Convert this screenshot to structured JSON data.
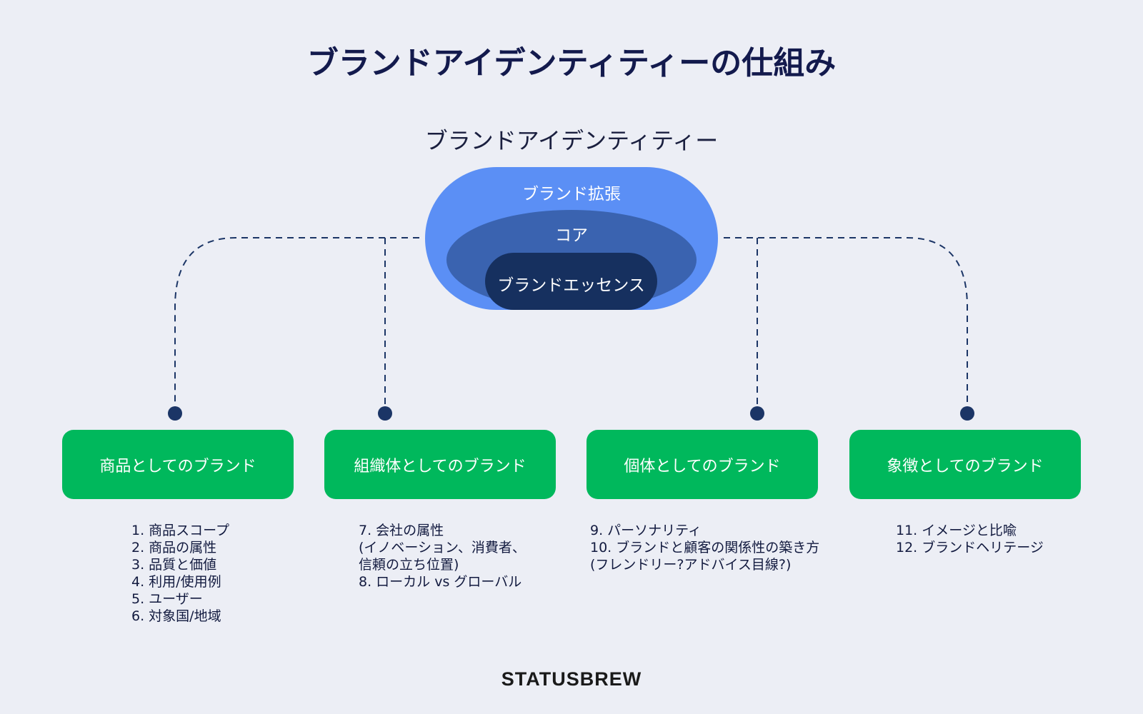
{
  "title": "ブランドアイデンティティーの仕組み",
  "subtitle": "ブランドアイデンティティー",
  "layers": {
    "outer": "ブランド拡張",
    "middle": "コア",
    "inner": "ブランドエッセンス"
  },
  "colors": {
    "outer": "#5b8ff5",
    "middle": "#3a63b0",
    "inner": "#16305f",
    "box": "#00b85c",
    "line": "#1b3566"
  },
  "categories": [
    {
      "label": "商品としてのブランド",
      "items": [
        "1. 商品スコープ",
        "2. 商品の属性",
        "3. 品質と価値",
        "4. 利用/使用例",
        "5. ユーザー",
        "6. 対象国/地域"
      ]
    },
    {
      "label": "組織体としてのブランド",
      "items": [
        "7. 会社の属性",
        "(イノベーション、消費者、",
        "信頼の立ち位置)",
        "8. ローカル vs グローバル"
      ]
    },
    {
      "label": "個体としてのブランド",
      "items": [
        "9. パーソナリティ",
        "10. ブランドと顧客の関係性の築き方",
        "(フレンドリー?アドバイス目線?)"
      ]
    },
    {
      "label": "象徴としてのブランド",
      "items": [
        "11. イメージと比喩",
        "12. ブランドヘリテージ"
      ]
    }
  ],
  "logo": "STATUSBREW"
}
